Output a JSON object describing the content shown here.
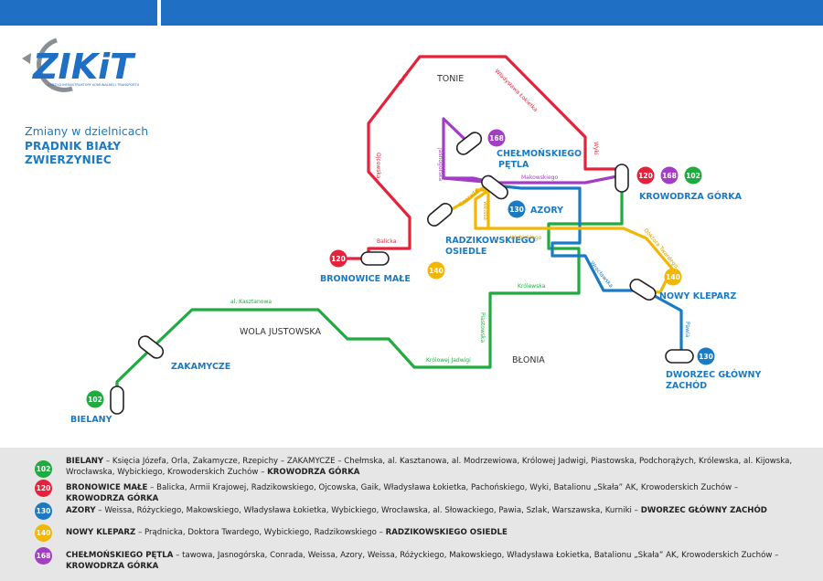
{
  "logo": {
    "name": "ZIKiT",
    "tagline": "ZARZĄD INFRASTRUKTURY KOMUNALNEJ I TRANSPORTU"
  },
  "info": {
    "subtitle": "Zmiany w dzielnicach",
    "district1": "PRĄDNIK BIAŁY",
    "district2": "ZWIERZYNIEC"
  },
  "colors": {
    "line102": "#1fab3f",
    "line120": "#e6213a",
    "line130": "#1a7ac4",
    "line140": "#f2b705",
    "line168": "#a43dc6",
    "accent": "#1f6fc5"
  },
  "map": {
    "areas": {
      "tonie": "TONIE",
      "wola": "WOLA JUSTOWSKA",
      "blonia": "BŁONIA"
    },
    "stops": {
      "bielany": "BIELANY",
      "zakamycze": "ZAKAMYCZE",
      "bronowice": "BRONOWICE MAŁE",
      "radzikowskiego1": "RADZIKOWSKIEGO",
      "radzikowskiego2": "OSIEDLE",
      "chelmonskiego1": "CHEŁMOŃSKIEGO",
      "chelmonskiego2": "PĘTLA",
      "azory": "AZORY",
      "krowodrza": "KROWODRZA GÓRKA",
      "kleparz": "NOWY KLEPARZ",
      "dworzec1": "DWORZEC GŁÓWNY",
      "dworzec2": "ZACHÓD"
    },
    "streets": {
      "gaik": "Gaik",
      "lokietka": "Władysława Łokietka",
      "ojcowska": "Ojcowska",
      "balicka": "Balicka",
      "wyki": "Wyki",
      "jasnogorska": "Jasnogórska",
      "makowskiego": "Makowskiego",
      "conrada": "Conrada",
      "weissa": "Weissa",
      "wybickiego": "Wybickiego",
      "twardego": "Doktora Twardego",
      "wroclawska": "Wrocławska",
      "krolewska": "Królewska",
      "piastowska": "Piastowska",
      "krolowej": "Królowej Jadwigi",
      "kasztanowa": "al. Kasztanowa",
      "pawia": "Pawia"
    },
    "badges": {
      "b120_bron": "120",
      "b168_chel": "168",
      "b130_azory": "130",
      "b140_radz": "140",
      "b120_krow": "120",
      "b168_krow": "168",
      "b102_krow": "102",
      "b140_klep": "140",
      "b130_dworzec": "130",
      "b102_bielany": "102"
    }
  },
  "legend": [
    {
      "number": "102",
      "color": "#1fab3f",
      "start": "BIELANY",
      "route": " – Księcia Józefa, Orla, Zakamycze, Rzepichy – ZAKAMYCZE – Chełmska, al. Kasztanowa, al. Modrzewiowa, Królowej Jadwigi, Piastowska, Podchorążych, Królewska, al. Kijowska, Wrocławska, Wybickiego, Krowoderskich Zuchów – ",
      "end": "KROWODRZA GÓRKA"
    },
    {
      "number": "120",
      "color": "#e6213a",
      "start": "BRONOWICE MAŁE",
      "route": " – Balicka, Armii Krajowej, Radzikowskiego, Ojcowska, Gaik, Władysława Łokietka, Pachońskiego, Wyki, Batalionu „Skała” AK, Krowoderskich Zuchów – ",
      "end": "KROWODRZA GÓRKA"
    },
    {
      "number": "130",
      "color": "#1a7ac4",
      "start": "AZORY",
      "route": " –  Weissa, Różyckiego, Makowskiego, Władysława Łokietka, Wybickiego, Wrocławska, al. Słowackiego, Pawia, Szlak, Warszawska, Kurniki – ",
      "end": "DWORZEC GŁÓWNY ZACHÓD"
    },
    {
      "number": "140",
      "color": "#f2b705",
      "start": "NOWY KLEPARZ",
      "route": " – Prądnicka, Doktora Twardego, Wybickiego, Radzikowskiego – ",
      "end": "RADZIKOWSKIEGO OSIEDLE"
    },
    {
      "number": "168",
      "color": "#a43dc6",
      "start": "CHEŁMOŃSKIEGO PĘTLA",
      "route": " – tawowa, Jasnogórska, Conrada, Weissa, Azory, Weissa, Różyckiego, Makowskiego, Władysława Łokietka, Batalionu „Skała” AK, Krowoderskich Zuchów – ",
      "end": "KROWODRZA GÓRKA"
    }
  ]
}
